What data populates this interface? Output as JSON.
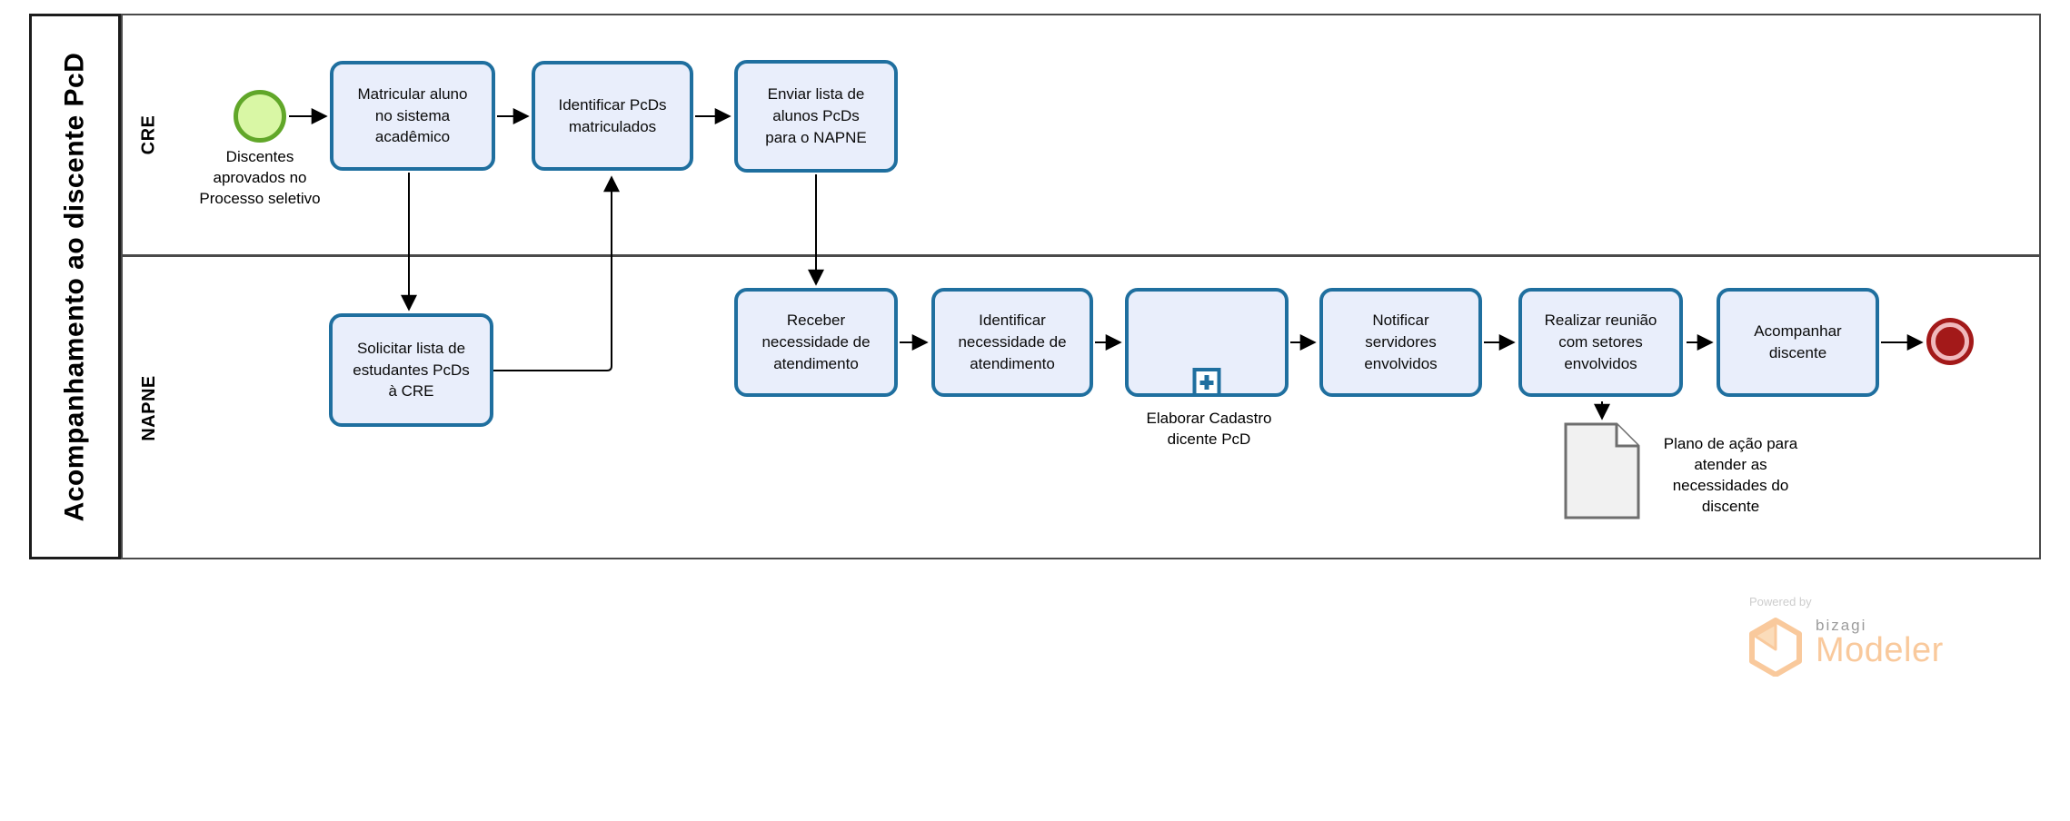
{
  "pool": {
    "title": "Acompanhamento ao discente PcD",
    "lanes": [
      {
        "label": "CRE"
      },
      {
        "label": "NAPNE"
      }
    ]
  },
  "nodes": {
    "start": {
      "type": "start-event",
      "label": "Discentes aprovados no Processo seletivo"
    },
    "matricular": {
      "type": "task",
      "label": "Matricular aluno no sistema acadêmico"
    },
    "identificar_pcds": {
      "type": "task",
      "label": "Identificar PcDs matriculados"
    },
    "enviar_lista": {
      "type": "task",
      "label": "Enviar lista de alunos PcDs para o NAPNE"
    },
    "solicitar_lista": {
      "type": "task",
      "label": "Solicitar lista de estudantes PcDs à CRE"
    },
    "receber_necessidade": {
      "type": "task",
      "label": "Receber necessidade de atendimento"
    },
    "identificar_necessidade": {
      "type": "task",
      "label": "Identificar necessidade de atendimento"
    },
    "elaborar_cadastro": {
      "type": "collapsed-subprocess",
      "label": "Elaborar Cadastro dicente PcD"
    },
    "notificar_servidores": {
      "type": "task",
      "label": "Notificar servidores envolvidos"
    },
    "realizar_reuniao": {
      "type": "task",
      "label": "Realizar reunião com setores envolvidos"
    },
    "acompanhar_discente": {
      "type": "task",
      "label": "Acompanhar discente"
    },
    "plano_acao": {
      "type": "data-object",
      "label": "Plano de ação para atender as necessidades do discente"
    },
    "end": {
      "type": "end-event",
      "label": ""
    }
  },
  "branding": {
    "powered_by": "Powered by",
    "brand": "bizagi",
    "product": "Modeler"
  },
  "colors": {
    "task_fill": "#e9eefb",
    "task_border": "#1f6f9f",
    "start_fill": "#d9f7a5",
    "start_border": "#61a729",
    "end_red": "#a31919",
    "end_inner_ring": "#f0b9bd",
    "lane_line": "#4a4a4a",
    "document_fill": "#f1f1f1",
    "document_border": "#6e6e6e",
    "connector": "#000000",
    "brand_orange": "#f9c99c",
    "brand_gray": "#9b9b9b"
  }
}
